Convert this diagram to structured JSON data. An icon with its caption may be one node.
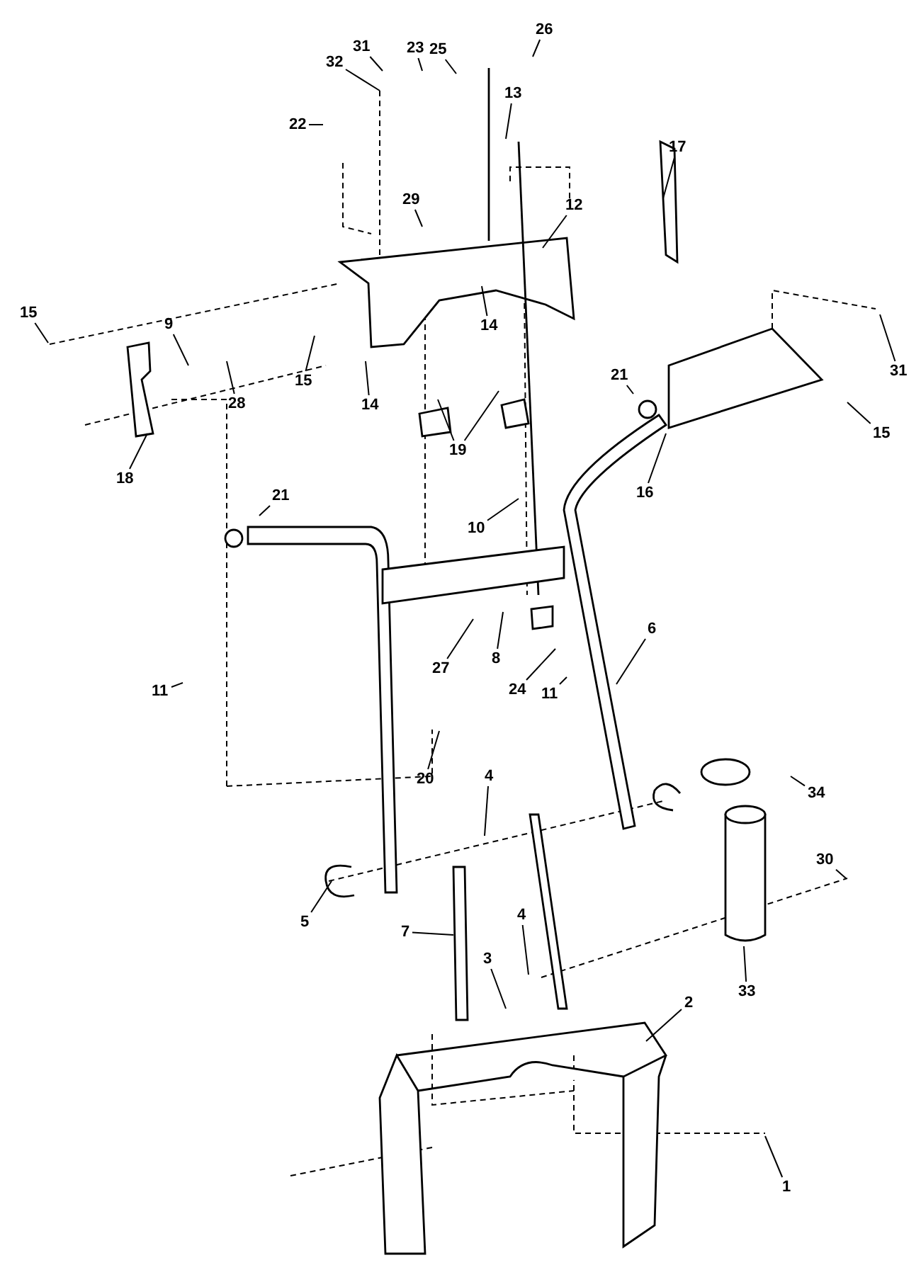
{
  "diagram": {
    "nodes": [
      {
        "text": [
          "26"
        ]
      },
      {
        "text": [
          "31"
        ]
      },
      {
        "text": [
          "23"
        ]
      },
      {
        "text": [
          "25"
        ]
      },
      {
        "text": [
          "32"
        ]
      },
      {
        "text": [
          "13"
        ]
      },
      {
        "text": [
          "22"
        ]
      },
      {
        "text": [
          "17"
        ]
      },
      {
        "text": [
          "29"
        ]
      },
      {
        "text": [
          "12"
        ]
      },
      {
        "text": [
          "15"
        ]
      },
      {
        "text": [
          "9"
        ]
      },
      {
        "text": [
          "14"
        ]
      },
      {
        "text": [
          "15"
        ]
      },
      {
        "text": [
          "31"
        ]
      },
      {
        "text": [
          "21"
        ]
      },
      {
        "text": [
          "28"
        ]
      },
      {
        "text": [
          "14"
        ]
      },
      {
        "text": [
          "15"
        ]
      },
      {
        "text": [
          "19"
        ]
      },
      {
        "text": [
          "18"
        ]
      },
      {
        "text": [
          "16"
        ]
      },
      {
        "text": [
          "21"
        ]
      },
      {
        "text": [
          "10"
        ]
      },
      {
        "text": [
          "6"
        ]
      },
      {
        "text": [
          "8"
        ]
      },
      {
        "text": [
          "27"
        ]
      },
      {
        "text": [
          "24"
        ]
      },
      {
        "text": [
          "11"
        ]
      },
      {
        "text": [
          "11"
        ]
      },
      {
        "text": [
          "20"
        ]
      },
      {
        "text": [
          "4"
        ]
      },
      {
        "text": [
          "34"
        ]
      },
      {
        "text": [
          "30"
        ]
      },
      {
        "text": [
          "4"
        ]
      },
      {
        "text": [
          "5"
        ]
      },
      {
        "text": [
          "7"
        ]
      },
      {
        "text": [
          "3"
        ]
      },
      {
        "text": [
          "33"
        ]
      },
      {
        "text": [
          "2"
        ]
      },
      {
        "text": [
          "1"
        ]
      }
    ],
    "edges": [
      {
        "from": 0,
        "to": null,
        "arrow": "none"
      },
      {
        "from": 1,
        "to": null,
        "arrow": "none"
      },
      {
        "from": 2,
        "to": null,
        "arrow": "none"
      },
      {
        "from": 3,
        "to": null,
        "arrow": "none"
      },
      {
        "from": 4,
        "to": null,
        "arrow": "none"
      },
      {
        "from": 5,
        "to": null,
        "arrow": "none"
      },
      {
        "from": 6,
        "to": null,
        "arrow": "none"
      },
      {
        "from": 7,
        "to": null,
        "arrow": "none"
      },
      {
        "from": 8,
        "to": null,
        "arrow": "none"
      },
      {
        "from": 9,
        "to": null,
        "arrow": "none"
      },
      {
        "from": 10,
        "to": null,
        "arrow": "none"
      },
      {
        "from": 11,
        "to": null,
        "arrow": "none"
      },
      {
        "from": 12,
        "to": null,
        "arrow": "none"
      },
      {
        "from": 13,
        "to": null,
        "arrow": "none"
      },
      {
        "from": 14,
        "to": null,
        "arrow": "none"
      },
      {
        "from": 15,
        "to": null,
        "arrow": "none"
      },
      {
        "from": 16,
        "to": null,
        "arrow": "none"
      },
      {
        "from": 17,
        "to": null,
        "arrow": "none"
      },
      {
        "from": 18,
        "to": null,
        "arrow": "none"
      },
      {
        "from": 19,
        "to": null,
        "arrow": "none"
      },
      {
        "from": 19,
        "to": null,
        "arrow": "none"
      },
      {
        "from": 20,
        "to": null,
        "arrow": "none"
      },
      {
        "from": 21,
        "to": null,
        "arrow": "none"
      },
      {
        "from": 22,
        "to": null,
        "arrow": "none"
      },
      {
        "from": 23,
        "to": null,
        "arrow": "none"
      },
      {
        "from": 24,
        "to": null,
        "arrow": "none"
      },
      {
        "from": 25,
        "to": null,
        "arrow": "none"
      },
      {
        "from": 26,
        "to": null,
        "arrow": "none"
      },
      {
        "from": 27,
        "to": null,
        "arrow": "none"
      },
      {
        "from": 28,
        "to": null,
        "arrow": "none"
      },
      {
        "from": 29,
        "to": null,
        "arrow": "none"
      },
      {
        "from": 30,
        "to": null,
        "arrow": "none"
      },
      {
        "from": 31,
        "to": null,
        "arrow": "none"
      },
      {
        "from": 32,
        "to": null,
        "arrow": "none"
      },
      {
        "from": 33,
        "to": null,
        "arrow": "none"
      },
      {
        "from": 34,
        "to": null,
        "arrow": "none"
      },
      {
        "from": 35,
        "to": null,
        "arrow": "none"
      },
      {
        "from": 36,
        "to": null,
        "arrow": "none"
      },
      {
        "from": 37,
        "to": null,
        "arrow": "none"
      },
      {
        "from": 38,
        "to": null,
        "arrow": "none"
      },
      {
        "from": 39,
        "to": null,
        "arrow": "none"
      },
      {
        "from": 40,
        "to": null,
        "arrow": "none"
      }
    ]
  }
}
